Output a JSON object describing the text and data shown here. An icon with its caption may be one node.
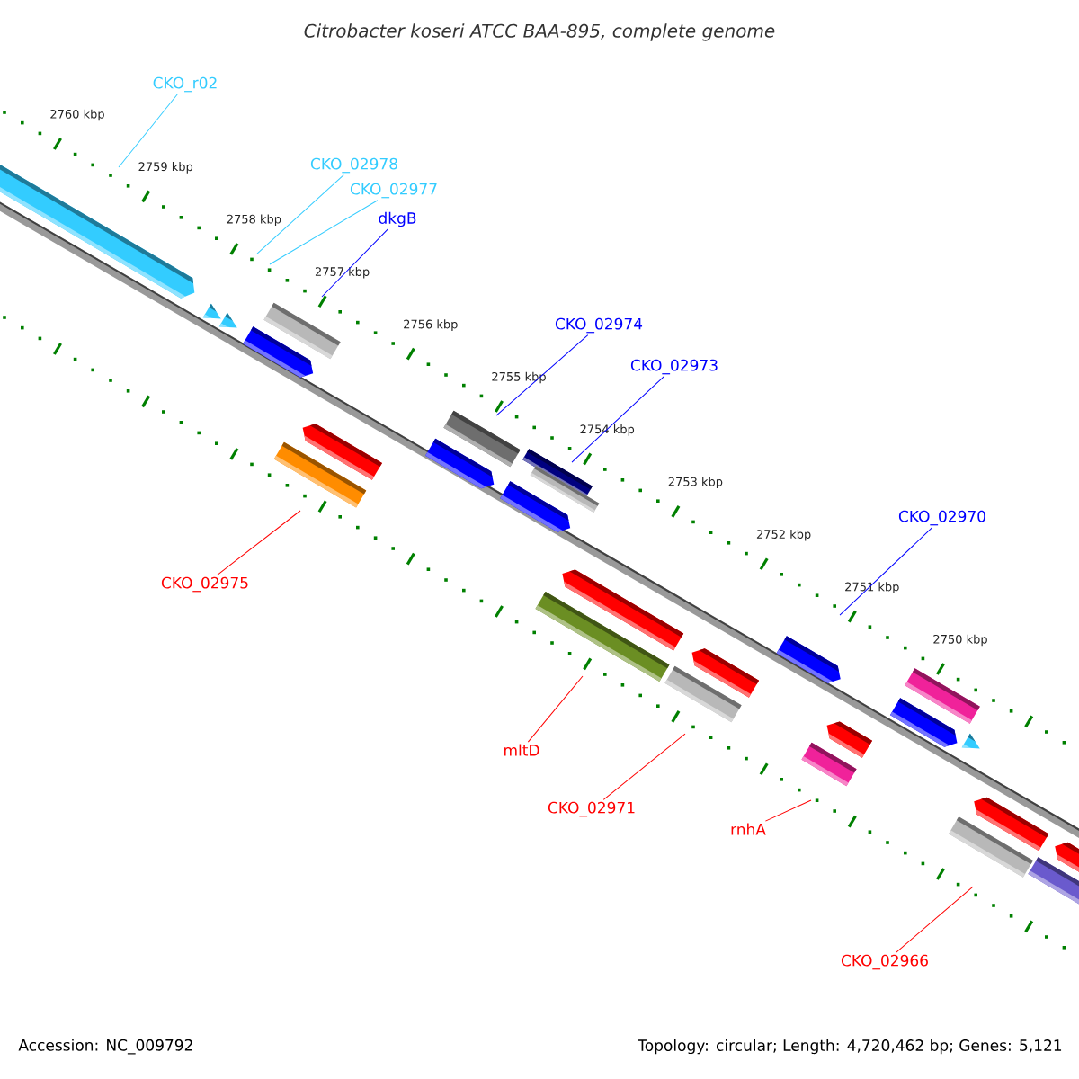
{
  "diagram": {
    "title": "Citrobacter koseri ATCC BAA-895, complete genome",
    "nodes": [
      {
        "text": [
          "CKO_r02"
        ]
      },
      {
        "text": [
          "CKO_02978"
        ]
      },
      {
        "text": [
          "CKO_02977"
        ]
      },
      {
        "text": [
          "dkgB"
        ]
      },
      {
        "text": [
          "CKO_02974"
        ]
      },
      {
        "text": [
          "CKO_02973"
        ]
      },
      {
        "text": [
          "CKO_02970"
        ]
      },
      {
        "text": [
          "CKO_02975"
        ]
      },
      {
        "text": [
          "mltD"
        ]
      },
      {
        "text": [
          "CKO_02971"
        ]
      },
      {
        "text": [
          "rnhA"
        ]
      },
      {
        "text": [
          "CKO_02966"
        ]
      }
    ],
    "edges": [
      {
        "from": 0,
        "to": null,
        "arrow": "none",
        "color": "#33ccff"
      },
      {
        "from": 1,
        "to": null,
        "arrow": "none",
        "color": "#33ccff"
      },
      {
        "from": 2,
        "to": null,
        "arrow": "none",
        "color": "#33ccff"
      },
      {
        "from": 3,
        "to": null,
        "arrow": "none",
        "color": "#0000ff"
      },
      {
        "from": 4,
        "to": null,
        "arrow": "none",
        "color": "#0000ff"
      },
      {
        "from": 5,
        "to": null,
        "arrow": "none",
        "color": "#0000ff"
      },
      {
        "from": 6,
        "to": null,
        "arrow": "none",
        "color": "#0000ff"
      },
      {
        "from": 7,
        "to": null,
        "arrow": "none"
      },
      {
        "from": 8,
        "to": null,
        "arrow": "none"
      },
      {
        "from": 9,
        "to": null,
        "arrow": "none"
      },
      {
        "from": 10,
        "to": null,
        "arrow": "none"
      },
      {
        "from": 11,
        "to": null,
        "arrow": "none"
      }
    ],
    "labels": [
      "2760 kbp",
      "2759 kbp",
      "2758 kbp",
      "2757 kbp",
      "2756 kbp",
      "2755 kbp",
      "2754 kbp",
      "2753 kbp",
      "2752 kbp",
      "2751 kbp",
      "2750 kbp",
      "Accession: NC_009792",
      "Topology: circular; Length: 4,720,462 bp; Genes: 5,121"
    ]
  }
}
